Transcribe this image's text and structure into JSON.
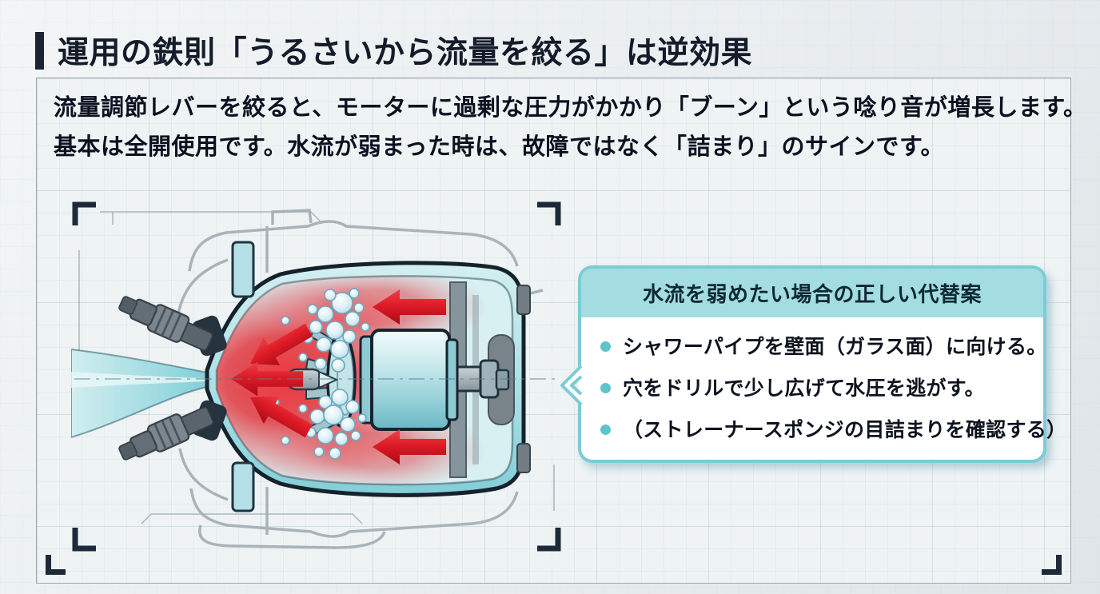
{
  "header": {
    "title": "運用の鉄則「うるさいから流量を絞る」は逆効果"
  },
  "intro": {
    "line1": "流量調節レバーを絞ると、モーターに過剰な圧力がかかり「ブーン」という唸り音が増長します。",
    "line2": "基本は全開使用です。水流が弱まった時は、故障ではなく「詰まり」のサインです。"
  },
  "callout": {
    "title": "水流を弱めたい場合の正しい代替案",
    "bullets": [
      "シャワーパイプを壁面（ガラス面）に向ける。",
      "穴をドリルで少し広げて水圧を逃がす。",
      "（ストレーナースポンジの目詰まりを確認する）"
    ]
  },
  "colors": {
    "accent_navy": "#1b2433",
    "panel_border": "#9fa9b0",
    "callout_border": "#7bccd5",
    "callout_header_bg": "#a3dce1",
    "bullet_dot": "#5fc3ce",
    "arrow_red": "#d3101f",
    "water_teal": "#8fd3da",
    "outline_dark": "#15222c"
  }
}
